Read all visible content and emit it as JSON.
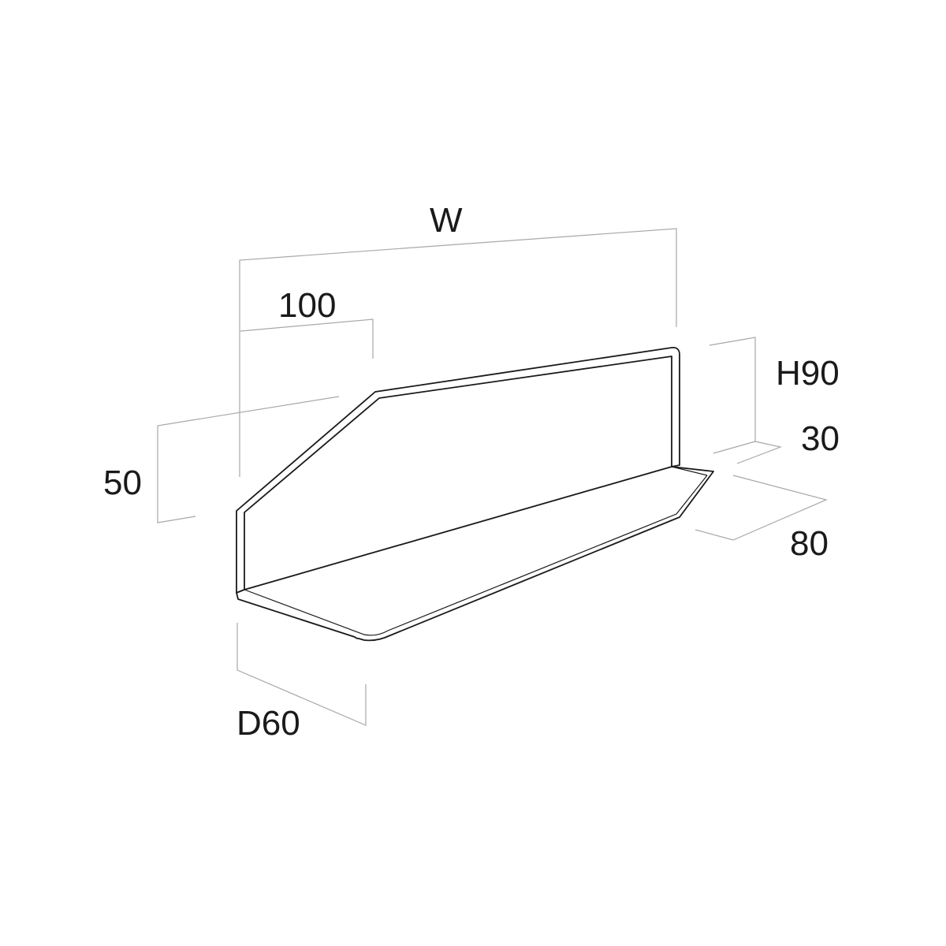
{
  "labels": {
    "width": "W",
    "corner_width": "100",
    "corner_height": "50",
    "height": "H90",
    "ledge": "30",
    "shelf_corner": "80",
    "depth": "D60"
  },
  "colors": {
    "outline": "#1a1a1a",
    "dimension_line": "#a8a8a8",
    "background": "#ffffff"
  }
}
